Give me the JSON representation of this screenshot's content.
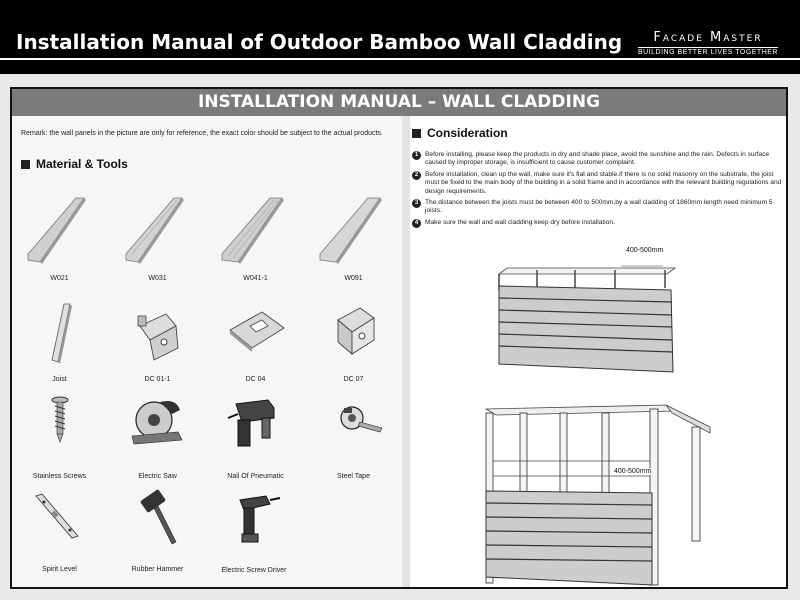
{
  "header": {
    "title": "Installation Manual of Outdoor Bamboo Wall Cladding",
    "brand_name": "Facade Master",
    "brand_tagline": "BUILDING BETTER LIVES TOGETHER"
  },
  "banner": "INSTALLATION MANUAL – WALL CLADDING",
  "remark": "Remark: the wall panels in the picture are only for reference, the exact color should be subject to the actual products.",
  "materials": {
    "title": "Material & Tools",
    "items": [
      {
        "label": "W021",
        "icon": "bamboo-board-icon"
      },
      {
        "label": "W031",
        "icon": "bamboo-board-icon"
      },
      {
        "label": "W041-1",
        "icon": "bamboo-board-icon"
      },
      {
        "label": "W091",
        "icon": "bamboo-board-icon"
      },
      {
        "label": "Joist",
        "icon": "joist-icon"
      },
      {
        "label": "DC 01-1",
        "icon": "clip-icon"
      },
      {
        "label": "DC 04",
        "icon": "plate-clip-icon"
      },
      {
        "label": "DC 07",
        "icon": "starter-clip-icon"
      },
      {
        "label": "Stainless Screws",
        "icon": "screw-icon"
      },
      {
        "label": "Electric Saw",
        "icon": "circular-saw-icon"
      },
      {
        "label": "Nail Of Pneumatic",
        "icon": "nail-gun-icon"
      },
      {
        "label": "Steel Tape",
        "icon": "tape-measure-icon"
      },
      {
        "label": "Spirit Level",
        "icon": "spirit-level-icon"
      },
      {
        "label": "Rubber Hammer",
        "icon": "rubber-hammer-icon"
      },
      {
        "label": "Electric Screw Driver",
        "icon": "electric-screwdriver-icon"
      }
    ]
  },
  "consideration": {
    "title": "Consideration",
    "items": [
      "Before installing, please keep the products in dry and shade place, avoid the sunshine and the rain. Defects in surface caused by improper storage, is insufficient to cause customer complaint.",
      "Before installation, clean up the wall, make sure it's flat and stable.If there is no solid masonry on the substrate, the joist must be fixed to the main body of the building in a solid frame and in accordance with the relevant building regulations and design requirements.",
      "The distance between the joists must be between 400 to 500mm,by a wall cladding of 1860mm length need minimum 5 joists.",
      "Make sure the wall and wall cladding keep dry before installation."
    ],
    "numbers": [
      "1",
      "2",
      "3",
      "4"
    ]
  },
  "diagrams": {
    "top_dimension": "400-500mm",
    "bottom_dimension": "400-500mm"
  }
}
